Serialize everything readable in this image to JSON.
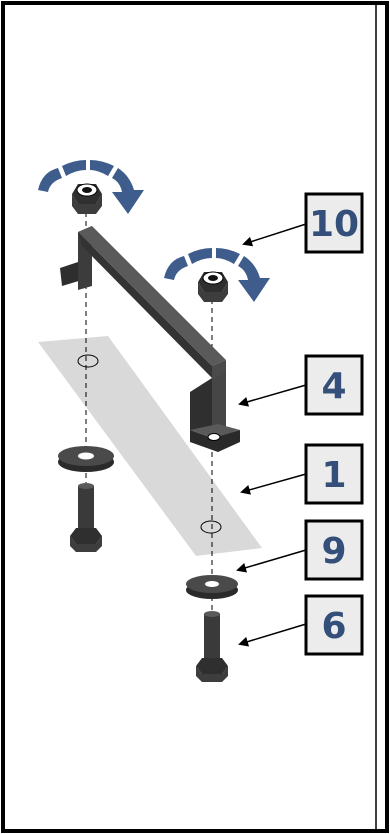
{
  "callouts": [
    {
      "id": "callout-10",
      "label": "10"
    },
    {
      "id": "callout-4",
      "label": "4"
    },
    {
      "id": "callout-1",
      "label": "1"
    },
    {
      "id": "callout-9",
      "label": "9"
    },
    {
      "id": "callout-6",
      "label": "6"
    }
  ],
  "colors": {
    "border": "#000000",
    "callout_fill": "#ececec",
    "callout_text": "#34507a",
    "arrow_blue": "#3f5d8c",
    "part_dark": "#3c3c3c",
    "pad_gray": "#d9d9d9",
    "leader": "#000000"
  },
  "icons": [
    "rotate-arrow-icon",
    "rotate-arrow-icon"
  ]
}
